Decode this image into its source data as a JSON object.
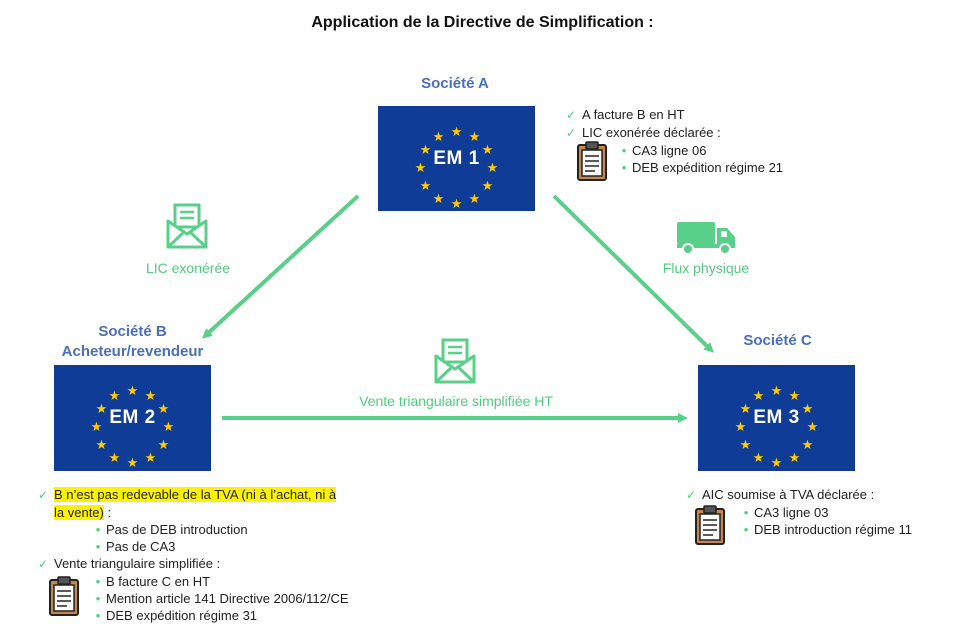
{
  "title": "Application de la Directive de Simplification :",
  "colors": {
    "accent_green": "#4fcf7c",
    "eu_blue": "#0f3c97",
    "star_yellow": "#ffcc00",
    "company_blue": "#4a6fbf",
    "highlight": "#fff200"
  },
  "nodes": {
    "a": {
      "company": "Société A",
      "flag_label": "EM 1"
    },
    "b": {
      "company_line1": "Société B",
      "company_line2": "Acheteur/revendeur",
      "flag_label": "EM 2"
    },
    "c": {
      "company": "Société C",
      "flag_label": "EM 3"
    }
  },
  "edges": {
    "ab": {
      "label": "LIC exonérée",
      "icon": "envelope-icon"
    },
    "ac": {
      "label": "Flux physique",
      "icon": "truck-icon"
    },
    "bc": {
      "label": "Vente triangulaire simplifiée HT",
      "icon": "envelope-icon"
    }
  },
  "notes": {
    "a": {
      "check1": "A facture B en HT",
      "check2": "LIC exonérée déclarée :",
      "items": [
        "CA3 ligne 06",
        "DEB expédition régime 21"
      ],
      "icon": "clipboard-icon"
    },
    "b": {
      "check1_line1": "B n’est pas redevable de la TVA (ni à l’achat, ni à",
      "check1_line2_highlight": "la vente)",
      "check1_line2_rest": " :",
      "items1": [
        "Pas de DEB introduction",
        "Pas de CA3"
      ],
      "check2": "Vente triangulaire simplifiée :",
      "items2": [
        "B facture C en HT",
        "Mention article 141 Directive 2006/112/CE",
        "DEB expédition régime 31"
      ],
      "icon": "clipboard-icon"
    },
    "c": {
      "check1": "AIC soumise à TVA déclarée :",
      "items": [
        "CA3 ligne 03",
        "DEB introduction régime 11"
      ],
      "icon": "clipboard-icon"
    }
  }
}
